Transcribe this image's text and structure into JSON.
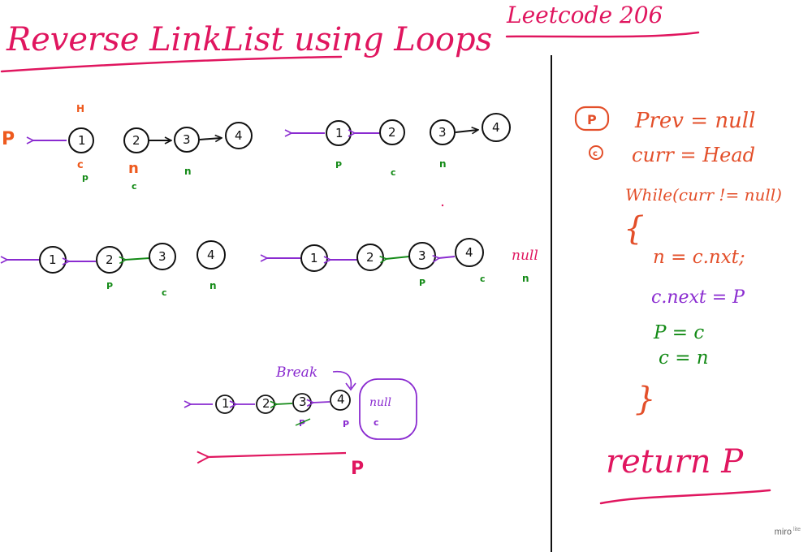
{
  "title": "Reverse LinkList using Loops",
  "problem": "Leetcode 206",
  "colors": {
    "pink": "#e0165f",
    "orange": "#ee5a1e",
    "purple": "#8a2bd0",
    "green": "#138a16",
    "red_orange": "#e34f2a",
    "ink": "#111111"
  },
  "diagram1": {
    "nodes": [
      "1",
      "2",
      "3",
      "4"
    ],
    "left_label": "P",
    "head_label": "H",
    "ptr_c": "c",
    "ptr_p": "p",
    "ptr_n1": "n",
    "ptr_c2": "c",
    "ptr_n2": "n"
  },
  "diagram2": {
    "nodes": [
      "1",
      "2",
      "3",
      "4"
    ],
    "ptr_p": "P",
    "ptr_c": "c",
    "ptr_n": "n"
  },
  "diagram3": {
    "nodes": [
      "1",
      "2",
      "3",
      "4"
    ],
    "ptr_p": "P",
    "ptr_c": "c",
    "ptr_n": "n"
  },
  "diagram4": {
    "nodes": [
      "1",
      "2",
      "3",
      "4"
    ],
    "null_label": "null",
    "ptr_p": "P",
    "ptr_c": "c",
    "ptr_n": "n"
  },
  "diagram5": {
    "nodes": [
      "1",
      "2",
      "3",
      "4"
    ],
    "break_label": "Break",
    "null_label": "null",
    "box_c": "c",
    "ptr_p_struck": "P",
    "ptr_p": "P",
    "bottom_p": "P"
  },
  "code": {
    "badge_p": "P",
    "badge_c": "c",
    "line_prev": "Prev = null",
    "line_curr": "curr = Head",
    "line_while": "While(curr != null)",
    "brace_open": "{",
    "line_n": "n = c.nxt;",
    "line_cnext": "c.next = P",
    "line_p": "P = c",
    "line_c": "c = n",
    "brace_close": "}",
    "line_return": "return P"
  },
  "watermark": {
    "brand": "miro",
    "edition": "lite"
  }
}
